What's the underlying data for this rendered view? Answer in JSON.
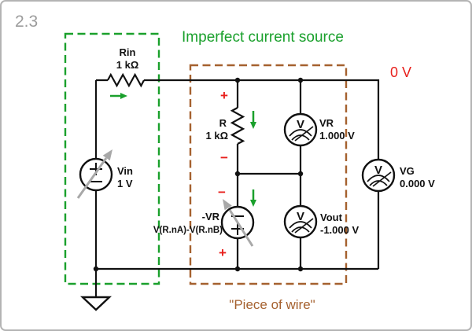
{
  "figure": {
    "number": "2.3"
  },
  "annotations": {
    "title": "Imperfect current source",
    "wire_note": "\"Piece of wire\"",
    "node_voltage": "0 V"
  },
  "meter_symbol": "V",
  "marks": {
    "plus": "+",
    "minus": "−"
  },
  "components": {
    "rin": {
      "label": "Rin",
      "value": "1 kΩ"
    },
    "vin": {
      "label": "Vin",
      "value": "1 V"
    },
    "r": {
      "label": "R",
      "value": "1 kΩ"
    },
    "vr_source": {
      "label": "-VR",
      "value": "V(R.nA)-V(R.nB)"
    },
    "vr_meter": {
      "label": "VR",
      "value": "1.000 V"
    },
    "vout_meter": {
      "label": "Vout",
      "value": "-1.000 V"
    },
    "vg_meter": {
      "label": "VG",
      "value": "0.000 V"
    }
  },
  "colors": {
    "annotation_green": "#1aa02c",
    "annotation_brown": "#a5612f",
    "polarity_red": "#e8201c",
    "figure_gray": "#9c9c9c",
    "wire_black": "#111111",
    "source_arrow_gray": "#a8a8a8"
  }
}
